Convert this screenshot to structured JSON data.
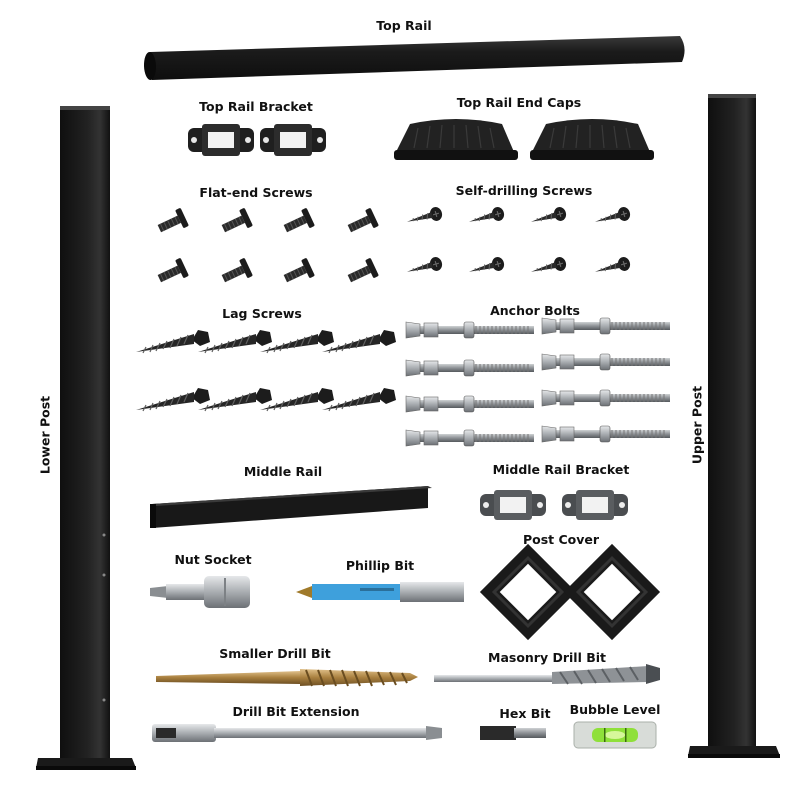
{
  "labels": {
    "top_rail": "Top Rail",
    "top_rail_bracket": "Top Rail Bracket",
    "top_rail_end_caps": "Top Rail End Caps",
    "flat_end_screws": "Flat-end Screws",
    "self_drilling_screws": "Self-drilling Screws",
    "lag_screws": "Lag Screws",
    "anchor_bolts": "Anchor Bolts",
    "middle_rail": "Middle Rail",
    "middle_rail_bracket": "Middle Rail Bracket",
    "nut_socket": "Nut Socket",
    "phillip_bit": "Phillip Bit",
    "post_cover": "Post Cover",
    "smaller_drill_bit": "Smaller Drill Bit",
    "masonry_drill_bit": "Masonry Drill Bit",
    "drill_bit_extension": "Drill Bit Extension",
    "hex_bit": "Hex Bit",
    "bubble_level": "Bubble Level",
    "lower_post": "Lower Post",
    "upper_post": "Upper Post"
  },
  "colors": {
    "metal_black": "#1c1c1c",
    "steel": "#b8bcc0",
    "drill_gold": "#b08a4a",
    "bit_blue": "#3aa0dc",
    "level_green": "#9ee04a"
  }
}
